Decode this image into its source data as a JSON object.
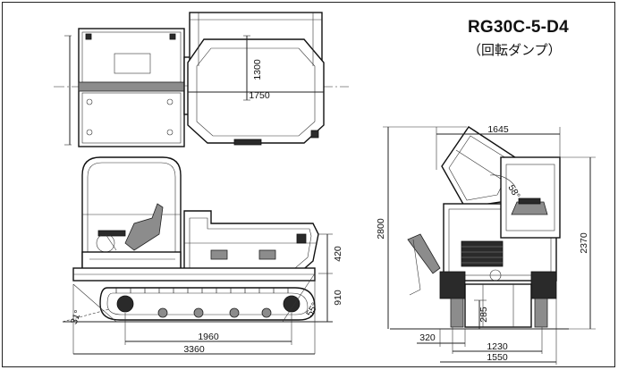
{
  "model": "RG30C-5-D4",
  "subtitle": "（回転ダンプ）",
  "top_view": {
    "dim_width": "1300",
    "dim_length": "1750"
  },
  "side_view": {
    "dim_420": "420",
    "dim_910": "910",
    "dim_1960": "1960",
    "dim_3360": "3360",
    "angle_31": "31°",
    "angle_55": "55°"
  },
  "rear_view": {
    "dim_1645": "1645",
    "dim_2800": "2800",
    "dim_2370": "2370",
    "angle_58": "58°",
    "dim_285": "285",
    "dim_320": "320",
    "dim_1230": "1230",
    "dim_1550": "1550"
  }
}
